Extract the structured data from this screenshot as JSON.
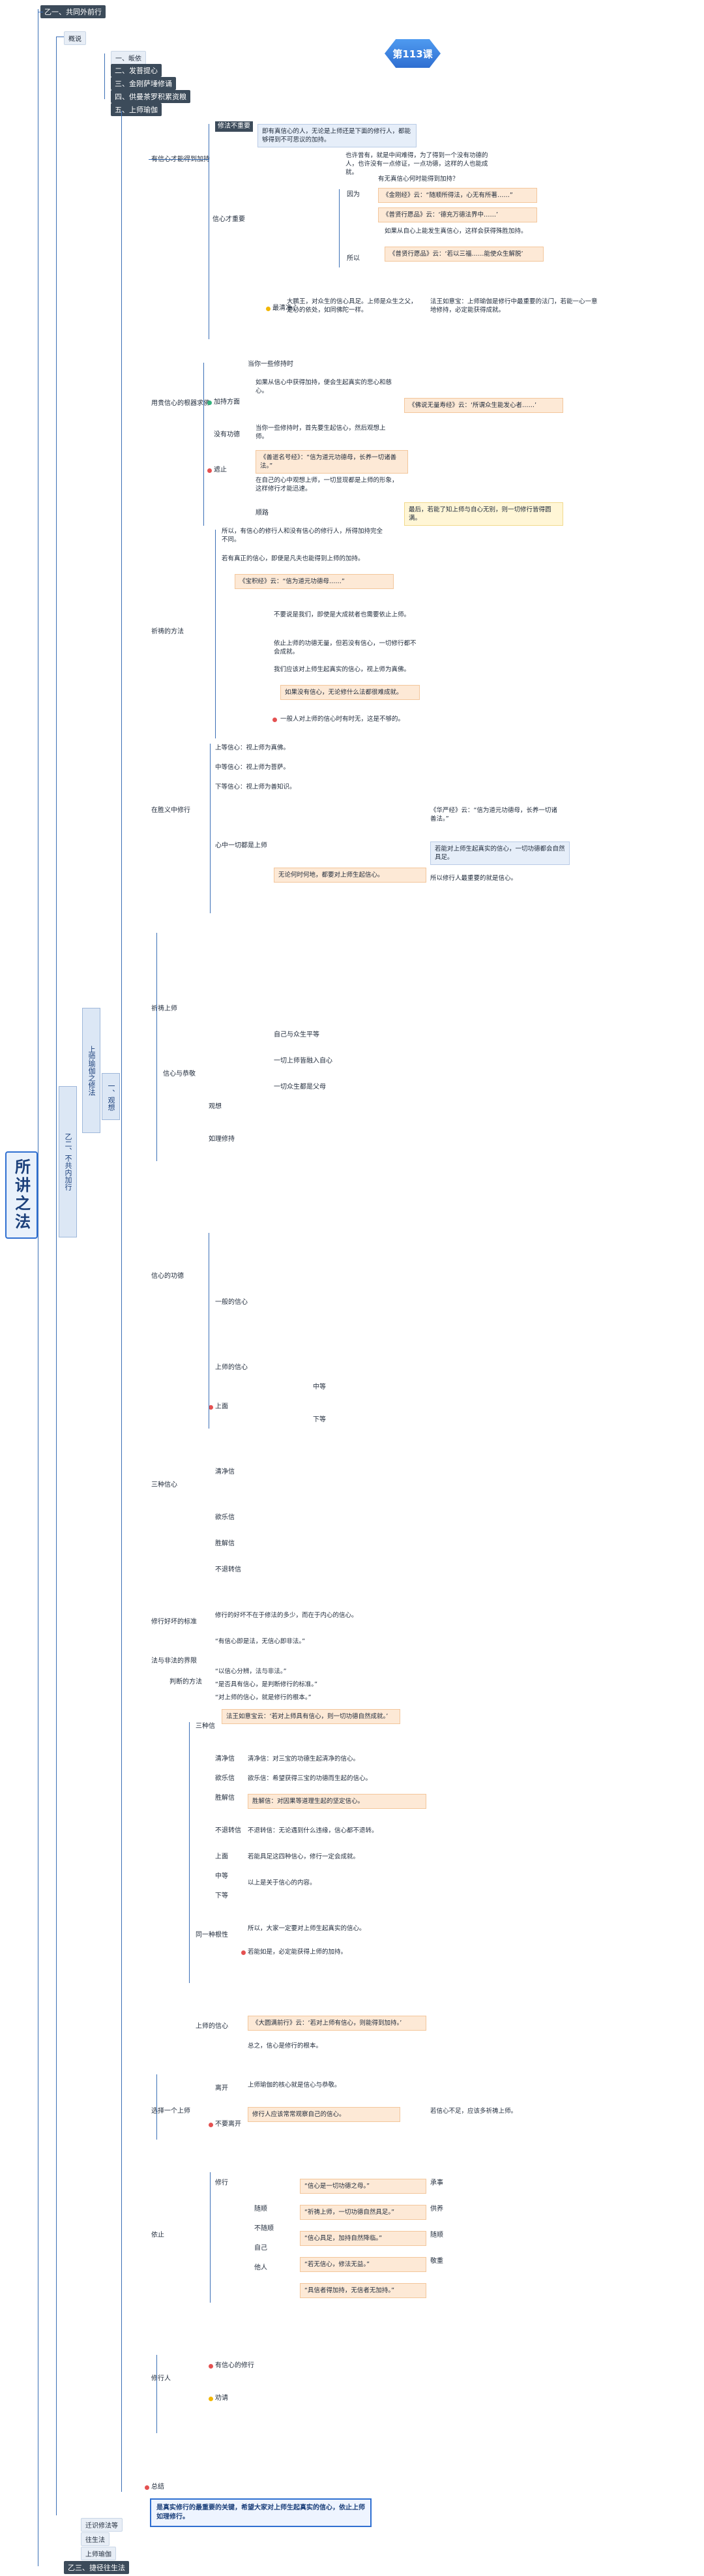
{
  "sections": {
    "s1": "乙一、共同外前行",
    "s2": "乙二、不共内加行",
    "s3": "乙三、捷径往生法"
  },
  "level2": {
    "a": "概说",
    "b": "一、皈依",
    "c": "二、发菩提心",
    "d": "三、金刚萨埵修诵",
    "e": "四、供曼茶罗积累资粮",
    "f": "五、上师瑜伽"
  },
  "lesson": "第113课",
  "root": "所讲之法",
  "branch": {
    "intro_vertical": "一、观想",
    "lama_vertical": "上师瑜伽之修法",
    "b1": "修法不重要",
    "b2": "有信心才能得到加持",
    "b3": "信心才重要",
    "b4": "因为",
    "b5": "所以",
    "b6": "最清净心",
    "b7": "当你一些修持时",
    "b8": "用贵信心的根器求佛",
    "b9": "加持方面",
    "b10": "没有功德",
    "b11": "遮止",
    "b12": "顺路"
  },
  "notes": {
    "n1": "即有真信心的人，无论是上师还是下面的修行人，都能够得到不可思议的加持。",
    "n2": "也许曾有，就是中间难得，为了得到一个没有功德的人，也许没有一点修证，一点功德，这样的人也能成就。",
    "n3": "有无真信心何时能得到加持？",
    "n4": "《金刚经》云：“随顺所得法，心无有所著……”",
    "n5": "《普贤行愿品》云：‘德充万德法界中……’",
    "n6": "如果从自心上能发生真信心，这样会获得殊胜加持。",
    "n7": "《普贤行愿品》云：‘若以三福……能使众生解脱’",
    "n8": "大鹏王，对众生的信心具足。上师是众生之父，是心的依处，如同佛陀一样。",
    "n9": "法王如意宝：上师瑜伽是修行中最重要的法门，若能一心一意地修持，必定能获得成就。",
    "n10": "如果从信心中获得加持，便会生起真实的悲心和慈心。",
    "n11": "《佛说无量寿经》云：‘所谓众生能发心者……’",
    "n12": "当你一些修持时，首先要生起信心，然后观想上师。",
    "n13": "《善逝名号经》：“信为道元功德母，长养一切诸善法。”",
    "n14": "在自己的心中观想上师，一切显现都是上师的形象，这样修行才能迅速。",
    "n15": "最后，若能了知上师与自心无别，则一切修行皆得圆满。",
    "n16": "所以，有信心的修行人和没有信心的修行人，所得加持完全不同。"
  },
  "middle": {
    "m1": "在胜义中修行",
    "m2": "心中一切都是上师",
    "m3": "自己与众生平等",
    "m4": "一切上师皆融入自心",
    "m5": "一切众生都是父母",
    "m6": "祈祷的方法",
    "m7": "祈祷上师",
    "m8": "信心与恭敬",
    "m9": "观想",
    "m10": "如理修持",
    "m11": "三种信心",
    "m12": "清净信",
    "m13": "欲乐信",
    "m14": "胜解信",
    "m15": "不退转信",
    "m16": "信心的功德",
    "m17": "一般的信心",
    "m18": "上师的信心",
    "m19": "上面",
    "m20": "中等",
    "m21": "下等"
  },
  "mid_notes": {
    "x1": "若有真正的信心，即便是凡夫也能得到上师的加持。",
    "x2": "《宝积经》云：“信为道元功德母……”",
    "x3": "不要说是我们，即使是大成就者也需要依止上师。",
    "x4": "依止上师的功德无量，但若没有信心，一切修行都不会成就。",
    "x5": "我们应该对上师生起真实的信心，视上师为真佛。",
    "x6": "如果没有信心，无论修什么法都很难成就。",
    "x7": "一般人对上师的信心时有时无，这是不够的。",
    "x8": "上等信心：视上师为真佛。",
    "x9": "中等信心：视上师为菩萨。",
    "x10": "下等信心：视上师为善知识。",
    "x11": "无论何时何地，都要对上师生起信心。",
    "x12": "《华严经》云：“信为道元功德母，长养一切诸善法。”",
    "x13": "若能对上师生起真实的信心，一切功德都会自然具足。",
    "x14": "所以修行人最重要的就是信心。"
  },
  "lower": {
    "l1": "修行好坏的标准",
    "l2": "法与非法的界限",
    "l3": "判断的方法",
    "l4": "三种信",
    "l5": "清净信",
    "l6": "欲乐信",
    "l7": "胜解信",
    "l8": "不退转信",
    "l9": "上面",
    "l10": "中等",
    "l11": "下等",
    "l12": "同一种根性",
    "l13": "上师的信心",
    "l14": "选择一个上师",
    "l15": "离开",
    "l16": "不要离开",
    "l17": "依止",
    "l18": "修行",
    "l19": "随顺",
    "l20": "不随顺",
    "l21": "自己",
    "l22": "他人",
    "l23": "承事",
    "l24": "供养",
    "l25": "随顺",
    "l26": "敬重",
    "l27": "修行人",
    "l28": "有信心的修行",
    "l29": "劝请",
    "l30": "总结"
  },
  "lower_notes": {
    "y1": "修行的好坏不在于修法的多少，而在于内心的信心。",
    "y2": "“有信心即是法，无信心即非法。”",
    "y3": "“以信心分辨，法与非法。”",
    "y4": "“是否具有信心，是判断修行的标准。”",
    "y5": "“对上师的信心，就是修行的根本。”",
    "y6": "法王如意宝云：‘若对上师具有信心，则一切功德自然成就。’",
    "y7": "清净信：对三宝的功德生起清净的信心。",
    "y8": "欲乐信：希望获得三宝的功德而生起的信心。",
    "y9": "胜解信：对因果等道理生起的坚定信心。",
    "y10": "不退转信：无论遇到什么违缘，信心都不退转。",
    "y11": "若能具足这四种信心，修行一定会成就。",
    "y12": "以上是关于信心的内容。",
    "y13": "所以，大家一定要对上师生起真实的信心。",
    "y14": "若能如是，必定能获得上师的加持。",
    "y15": "《大圆满前行》云：‘若对上师有信心，则能得到加持。’",
    "y16": "总之，信心是修行的根本。",
    "y17": "上师瑜伽的核心就是信心与恭敬。",
    "y18": "修行人应该常常观察自己的信心。",
    "y19": "若信心不足，应该多祈祷上师。",
    "y20": "“信心是一切功德之母。”",
    "y21": "“祈祷上师，一切功德自然具足。”",
    "y22": "“信心具足，加持自然降临。”",
    "y23": "“若无信心，修法无益。”",
    "y24": "“具信者得加持，无信者无加持。”"
  },
  "bottom": {
    "c1": "迁识修法等",
    "c2": "往生法",
    "c3": "上师瑜伽",
    "final": "是真实修行的最重要的关键，希望大家对上师生起真实的信心，依止上师如理修行。"
  },
  "colors": {
    "accent": "#2f6fd1",
    "line": "#3b6fb6",
    "dark_tag": "#3c4b5a",
    "orange_box": "#fde9d6",
    "blue_box": "#e6eef9",
    "red_dot": "#e45151",
    "green_dot": "#36b37e",
    "yellow_dot": "#f2b705"
  }
}
